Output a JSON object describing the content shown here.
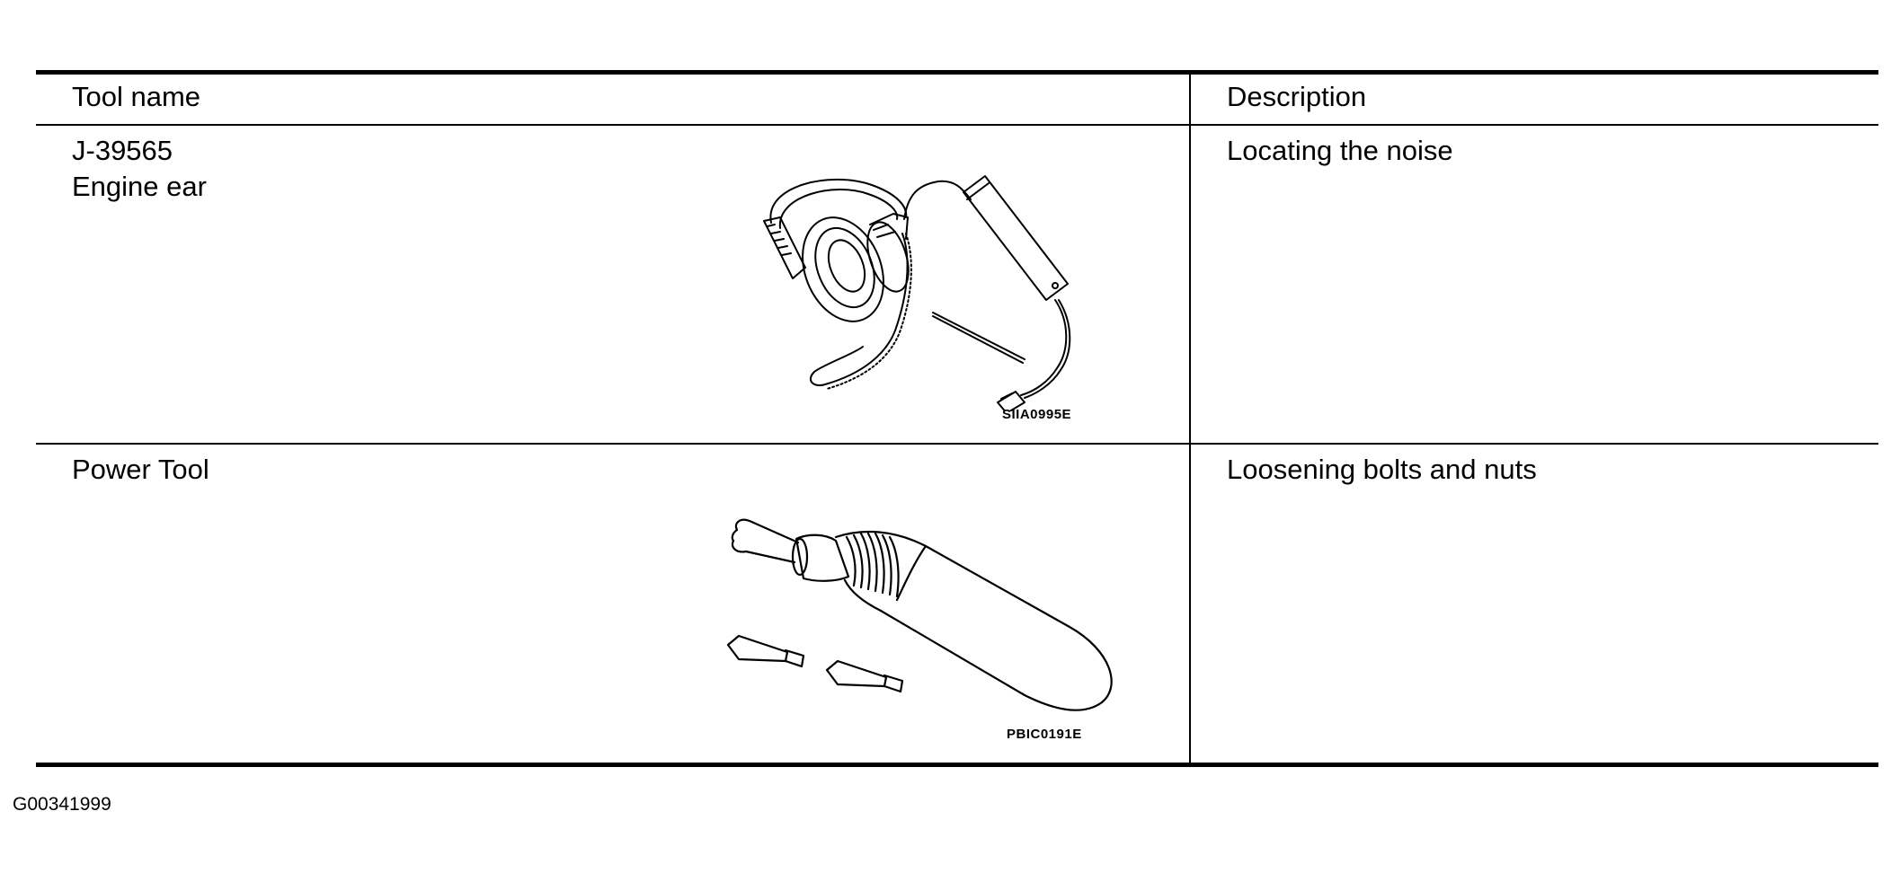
{
  "table": {
    "headers": {
      "tool_name": "Tool name",
      "description": "Description"
    },
    "rows": [
      {
        "part_number": "J-39565",
        "tool_name": "Engine ear",
        "description": "Locating the noise",
        "illustration": "headphone-stethoscope-icon",
        "figure_code": "SIIA0995E"
      },
      {
        "tool_name": "Power Tool",
        "description": "Loosening bolts and nuts",
        "illustration": "power-screwdriver-icon",
        "figure_code": "PBIC0191E"
      }
    ]
  },
  "footer": {
    "graphic_id": "G00341999"
  }
}
